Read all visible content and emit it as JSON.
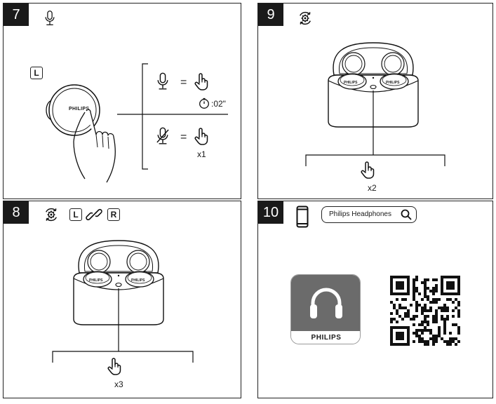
{
  "panels": {
    "p7": {
      "number": "7",
      "key": "L",
      "timer_text": ":02\"",
      "count": "x1",
      "brand": "PHILIPS"
    },
    "p9": {
      "number": "9",
      "count": "x2",
      "brand": "PHILIPS"
    },
    "p8": {
      "number": "8",
      "key_left": "L",
      "key_right": "R",
      "count": "x3",
      "brand": "PHILIPS"
    },
    "p10": {
      "number": "10",
      "search_text": "Philips Headphones",
      "app_label": "PHILIPS"
    }
  },
  "icons": [
    "microphone-icon",
    "tap-hand-icon",
    "microphone-muted-icon",
    "stopwatch-icon",
    "settings-sync-icon",
    "link-icon",
    "phone-icon",
    "search-icon",
    "headphones-icon",
    "qr-code"
  ],
  "colors": {
    "ink": "#1a1a1a",
    "app_bg": "#6b6b6b"
  }
}
